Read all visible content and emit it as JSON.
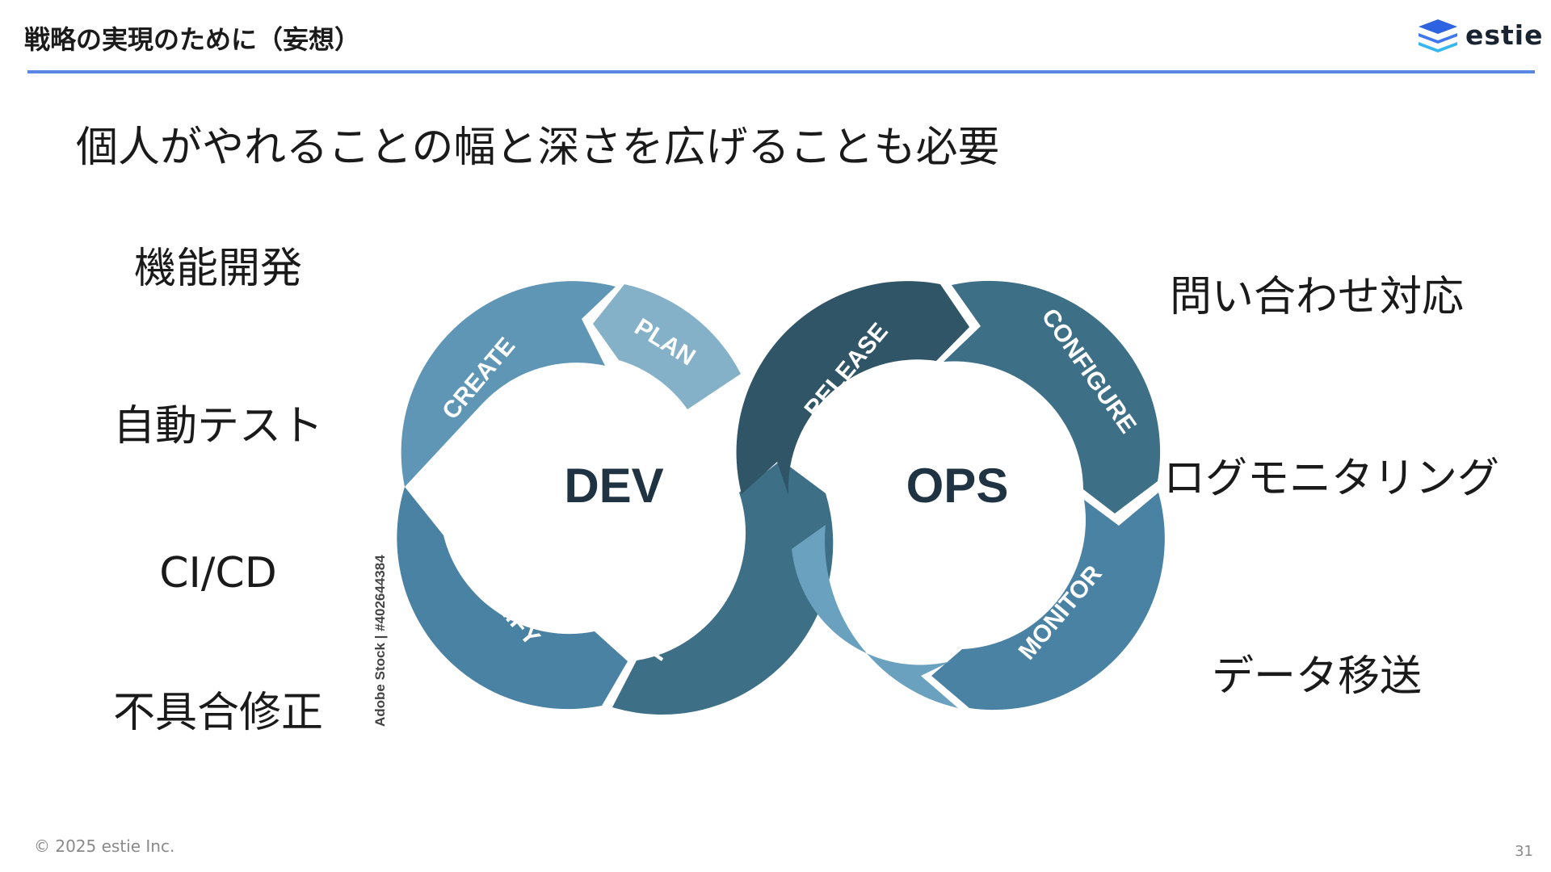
{
  "header": {
    "title": "戦略の実現のために（妄想）",
    "logo_text": "estie"
  },
  "subtitle": "個人がやれることの幅と深さを広げることも必要",
  "left_items": [
    "機能開発",
    "自動テスト",
    "CI/CD",
    "不具合修正"
  ],
  "right_items": [
    "問い合わせ対応",
    "ログモニタリング",
    "データ移送"
  ],
  "diagram": {
    "center_left": "DEV",
    "center_right": "OPS",
    "segments": [
      "PLAN",
      "CREATE",
      "VERIFY",
      "PACKAGE",
      "RELEASE",
      "CONFIGURE",
      "MONITOR"
    ],
    "watermark": "Adobe Stock | #402644384",
    "colors": {
      "light": "#85b1c8",
      "mid": "#5f96b5",
      "blue": "#4a82a3",
      "dark": "#3d6f86",
      "darkest": "#2f5567"
    }
  },
  "footer": {
    "copyright": "© 2025 estie Inc.",
    "page": "31"
  }
}
